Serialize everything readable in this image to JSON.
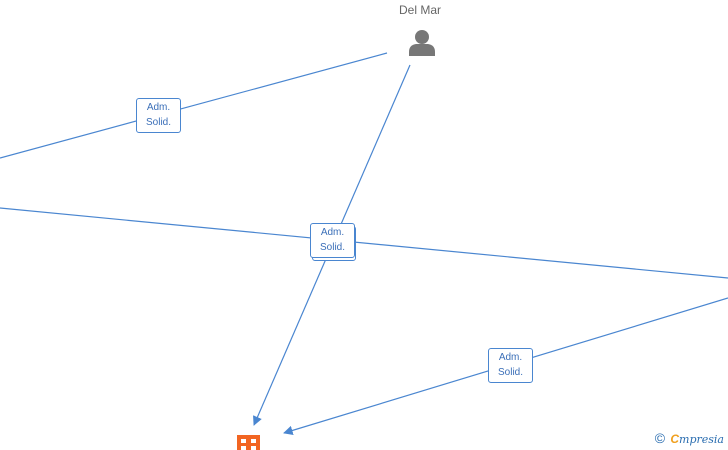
{
  "people": [
    {
      "name": "Del Mar",
      "icon": "person-icon"
    }
  ],
  "company": {
    "icon": "building-icon",
    "color": "#f26522"
  },
  "relations": [
    {
      "label_line1": "Adm.",
      "label_line2": "Solid."
    },
    {
      "label_line1": "Adm.",
      "label_line2": "Solid."
    },
    {
      "label_line1": "Adm.",
      "label_line2": "Solid."
    }
  ],
  "colors": {
    "edge": "#4a86d0",
    "person": "#777777"
  },
  "watermark": {
    "copyright": "©",
    "brand_first": "C",
    "brand_rest": "mpresia"
  }
}
